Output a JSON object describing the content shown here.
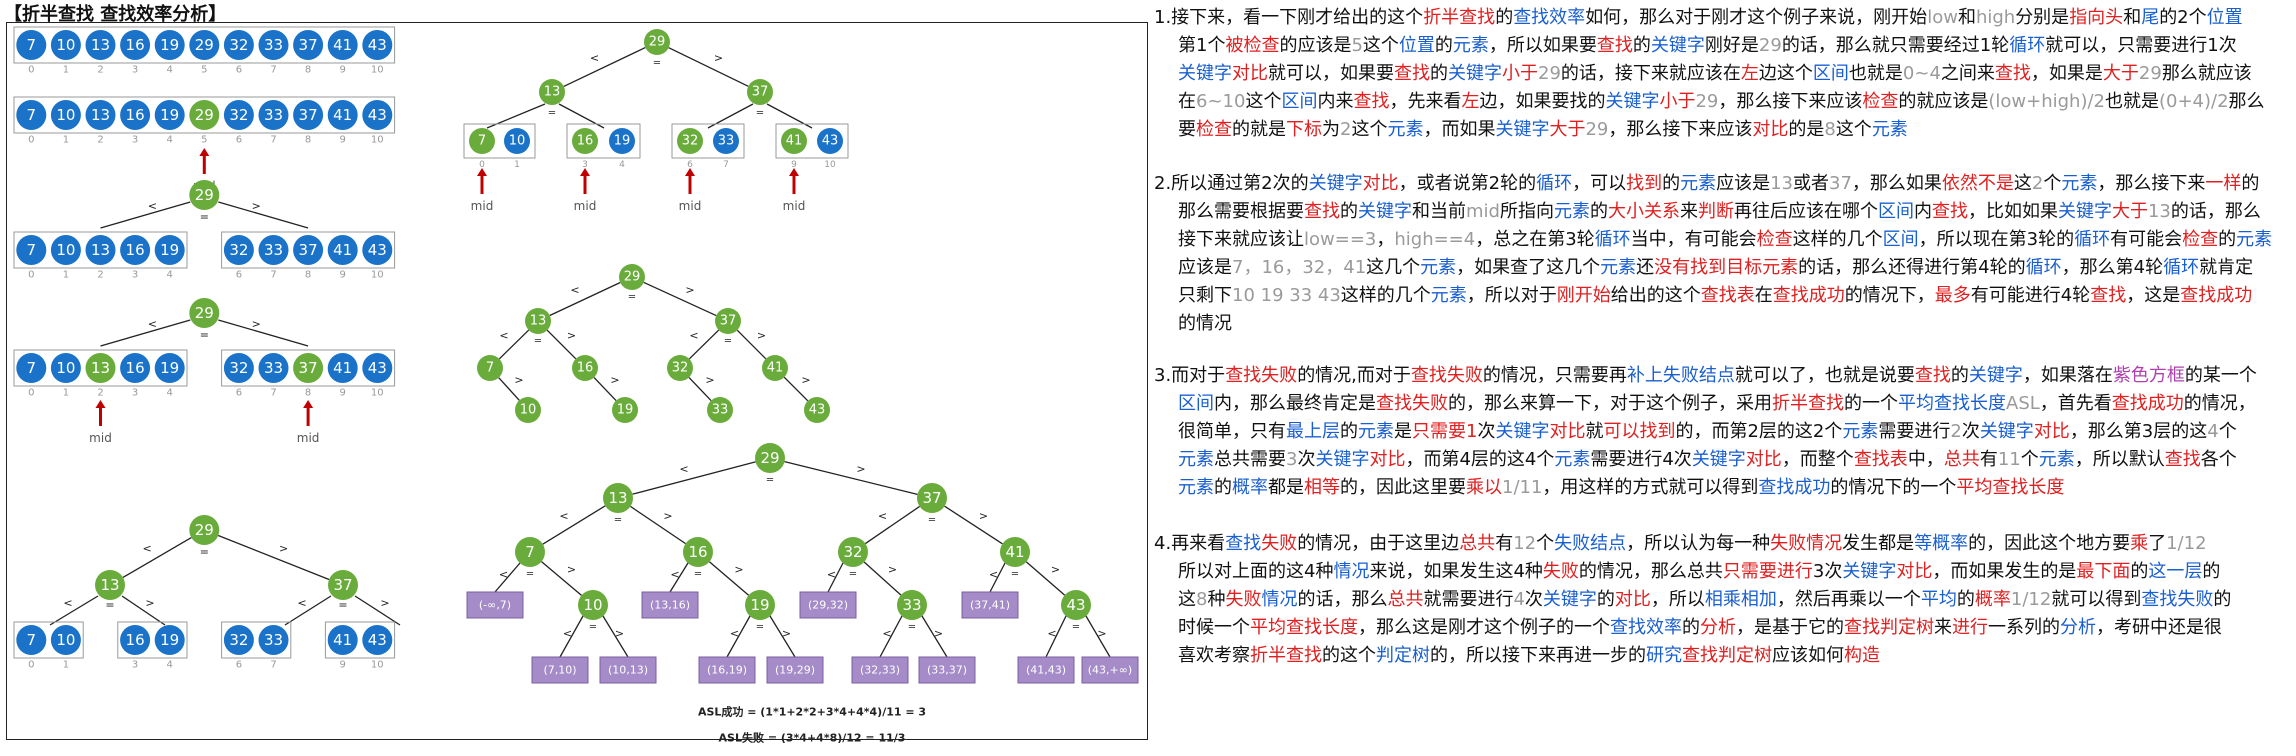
{
  "title": "【折半查找 查找效率分析】",
  "array_values": [
    "7",
    "10",
    "13",
    "16",
    "19",
    "29",
    "32",
    "33",
    "37",
    "41",
    "43"
  ],
  "array_indices": [
    "0",
    "1",
    "2",
    "3",
    "4",
    "5",
    "6",
    "7",
    "8",
    "9",
    "10"
  ],
  "mid_label": "mid",
  "lt": "<",
  "gt": ">",
  "eq": "=",
  "fail_intervals": [
    "(-∞,7)",
    "(7,10)",
    "(10,13)",
    "(13,16)",
    "(16,19)",
    "(19,29)",
    "(29,32)",
    "(32,33)",
    "(33,37)",
    "(37,41)",
    "(41,43)",
    "(43,+∞)"
  ],
  "asl_success": "ASL成功 = (1*1+2*2+3*4+4*4)/11 = 3",
  "asl_fail": "ASL失败 = (3*4+4*8)/12 = 11/3",
  "colors": {
    "blue": "#1a73c8",
    "green": "#6aac3c",
    "purple": "#a58bc7",
    "red": "#c00000"
  },
  "paragraphs": [
    [
      [
        "1.接下来，看一下刚才给出的这个",
        ""
      ],
      [
        "折半查找",
        "r"
      ],
      [
        "的",
        ""
      ],
      [
        "查找效率",
        "b"
      ],
      [
        "如何，那么对于刚才这个例子来说，刚开始",
        ""
      ],
      [
        "low",
        "g"
      ],
      [
        "和",
        ""
      ],
      [
        "high",
        "g"
      ],
      [
        "分别是",
        ""
      ],
      [
        "指向头",
        "r"
      ],
      [
        "和",
        ""
      ],
      [
        "尾",
        "b"
      ],
      [
        "的2个",
        ""
      ],
      [
        "位置",
        "b"
      ],
      [
        "\n第1个",
        ""
      ],
      [
        "被检查",
        "r"
      ],
      [
        "的应该是",
        ""
      ],
      [
        "5",
        "g"
      ],
      [
        "这个",
        ""
      ],
      [
        "位置",
        "b"
      ],
      [
        "的",
        ""
      ],
      [
        "元素",
        "b"
      ],
      [
        "，所以如果要",
        ""
      ],
      [
        "查找",
        "r"
      ],
      [
        "的",
        ""
      ],
      [
        "关键字",
        "b"
      ],
      [
        "刚好是",
        ""
      ],
      [
        "29",
        "g"
      ],
      [
        "的话，那么就只需要经过1轮",
        ""
      ],
      [
        "循环",
        "b"
      ],
      [
        "就可以，只需要进行1次",
        ""
      ],
      [
        "\n",
        ""
      ],
      [
        "关键字",
        "b"
      ],
      [
        "对比",
        "r"
      ],
      [
        "就可以，如果要",
        ""
      ],
      [
        "查找",
        "r"
      ],
      [
        "的",
        ""
      ],
      [
        "关键字",
        "b"
      ],
      [
        "小于",
        "r"
      ],
      [
        "29",
        "g"
      ],
      [
        "的话，接下来就应该在",
        ""
      ],
      [
        "左",
        "r"
      ],
      [
        "边这个",
        ""
      ],
      [
        "区间",
        "b"
      ],
      [
        "也就是",
        ""
      ],
      [
        "0~4",
        "g"
      ],
      [
        "之间来",
        ""
      ],
      [
        "查找",
        "r"
      ],
      [
        "，如果是",
        ""
      ],
      [
        "大于",
        "r"
      ],
      [
        "29",
        "g"
      ],
      [
        "那么就应该",
        ""
      ],
      [
        "\n在",
        ""
      ],
      [
        "6~10",
        "g"
      ],
      [
        "这个",
        ""
      ],
      [
        "区间",
        "b"
      ],
      [
        "内来",
        ""
      ],
      [
        "查找",
        "r"
      ],
      [
        "，先来看",
        ""
      ],
      [
        "左",
        "r"
      ],
      [
        "边，如果要找的",
        ""
      ],
      [
        "关键字",
        "b"
      ],
      [
        "小于",
        "r"
      ],
      [
        "29",
        "g"
      ],
      [
        "，那么接下来应该",
        ""
      ],
      [
        "检查",
        "r"
      ],
      [
        "的就应该是",
        ""
      ],
      [
        "(low+high)/2",
        "g"
      ],
      [
        "也就是",
        ""
      ],
      [
        "(0+4)/2",
        "g"
      ],
      [
        "那么",
        ""
      ],
      [
        "\n要",
        ""
      ],
      [
        "检查",
        "r"
      ],
      [
        "的就是",
        ""
      ],
      [
        "下标",
        "r"
      ],
      [
        "为",
        ""
      ],
      [
        "2",
        "g"
      ],
      [
        "这个",
        ""
      ],
      [
        "元素",
        "b"
      ],
      [
        "，而如果",
        ""
      ],
      [
        "关键字",
        "b"
      ],
      [
        "大于",
        "r"
      ],
      [
        "29",
        "g"
      ],
      [
        "，那么接下来应该",
        ""
      ],
      [
        "对比",
        "r"
      ],
      [
        "的是",
        ""
      ],
      [
        "8",
        "g"
      ],
      [
        "这个",
        ""
      ],
      [
        "元素",
        "b"
      ]
    ],
    [
      [
        "2.所以通过第2次的",
        ""
      ],
      [
        "关键字",
        "b"
      ],
      [
        "对比",
        "r"
      ],
      [
        "，或者说第2轮的",
        ""
      ],
      [
        "循环",
        "b"
      ],
      [
        "，可以",
        ""
      ],
      [
        "找到",
        "r"
      ],
      [
        "的",
        ""
      ],
      [
        "元素",
        "b"
      ],
      [
        "应该是",
        ""
      ],
      [
        "13",
        "g"
      ],
      [
        "或者",
        ""
      ],
      [
        "37",
        "g"
      ],
      [
        "，那么如果",
        ""
      ],
      [
        "依然不是",
        "r"
      ],
      [
        "这",
        ""
      ],
      [
        "2",
        "g"
      ],
      [
        "个",
        ""
      ],
      [
        "元素",
        "b"
      ],
      [
        "，那么接下来",
        ""
      ],
      [
        "一样",
        "r"
      ],
      [
        "的",
        ""
      ],
      [
        "\n那么需要根据要",
        ""
      ],
      [
        "查找",
        "r"
      ],
      [
        "的",
        ""
      ],
      [
        "关键字",
        "b"
      ],
      [
        "和当前",
        ""
      ],
      [
        "mid",
        "g"
      ],
      [
        "所指向",
        ""
      ],
      [
        "元素",
        "b"
      ],
      [
        "的",
        ""
      ],
      [
        "大小关系",
        "r"
      ],
      [
        "来",
        ""
      ],
      [
        "判断",
        "r"
      ],
      [
        "再往后应该在哪个",
        ""
      ],
      [
        "区间",
        "b"
      ],
      [
        "内",
        ""
      ],
      [
        "查找",
        "r"
      ],
      [
        "，比如如果",
        ""
      ],
      [
        "关键字",
        "b"
      ],
      [
        "大于",
        "r"
      ],
      [
        "13",
        "g"
      ],
      [
        "的话，那么",
        ""
      ],
      [
        "\n接下来就应该让",
        ""
      ],
      [
        "low==3",
        "g"
      ],
      [
        "，",
        ""
      ],
      [
        "high==4",
        "g"
      ],
      [
        "，总之在第3轮",
        ""
      ],
      [
        "循环",
        "b"
      ],
      [
        "当中，有可能会",
        ""
      ],
      [
        "检查",
        "r"
      ],
      [
        "这样的几个",
        ""
      ],
      [
        "区间",
        "b"
      ],
      [
        "，所以现在第3轮的",
        ""
      ],
      [
        "循环",
        "b"
      ],
      [
        "有可能会",
        ""
      ],
      [
        "检查",
        "r"
      ],
      [
        "的",
        ""
      ],
      [
        "元素",
        "b"
      ],
      [
        "\n应该是",
        ""
      ],
      [
        "7，16，32，41",
        "g"
      ],
      [
        "这几个",
        ""
      ],
      [
        "元素",
        "b"
      ],
      [
        "，如果查了这几个",
        ""
      ],
      [
        "元素",
        "b"
      ],
      [
        "还",
        ""
      ],
      [
        "没有找到目标元素",
        "r"
      ],
      [
        "的话，那么还得进行第4轮的",
        ""
      ],
      [
        "循环",
        "b"
      ],
      [
        "，那么第4轮",
        ""
      ],
      [
        "循环",
        "b"
      ],
      [
        "就肯定",
        ""
      ],
      [
        "\n只剩下",
        ""
      ],
      [
        "10 19 33 43",
        "g"
      ],
      [
        "这样的几个",
        ""
      ],
      [
        "元素",
        "b"
      ],
      [
        "，所以对于",
        ""
      ],
      [
        "刚开始",
        "r"
      ],
      [
        "给出的这个",
        ""
      ],
      [
        "查找表",
        "r"
      ],
      [
        "在",
        ""
      ],
      [
        "查找成功",
        "r"
      ],
      [
        "的情况下，",
        ""
      ],
      [
        "最多",
        "r"
      ],
      [
        "有可能进行4轮",
        ""
      ],
      [
        "查找",
        "r"
      ],
      [
        "，这是",
        ""
      ],
      [
        "查找成功",
        "r"
      ],
      [
        "\n的情况",
        ""
      ]
    ],
    [
      [
        "3.而对于",
        ""
      ],
      [
        "查找失败",
        "r"
      ],
      [
        "的情况,而对于",
        ""
      ],
      [
        "查找失败",
        "r"
      ],
      [
        "的情况，只需要再",
        ""
      ],
      [
        "补上失败结点",
        "b"
      ],
      [
        "就可以了，也就是说要",
        ""
      ],
      [
        "查找",
        "r"
      ],
      [
        "的",
        ""
      ],
      [
        "关键字",
        "b"
      ],
      [
        "，如果落在",
        ""
      ],
      [
        "紫色方框",
        "p"
      ],
      [
        "的某一个",
        ""
      ],
      [
        "\n",
        ""
      ],
      [
        "区间",
        "b"
      ],
      [
        "内，那么最终肯定是",
        ""
      ],
      [
        "查找失败",
        "r"
      ],
      [
        "的，那么来算一下，对于这个例子，采用",
        ""
      ],
      [
        "折半查找",
        "r"
      ],
      [
        "的一个",
        ""
      ],
      [
        "平均查找长度",
        "b"
      ],
      [
        "ASL",
        "g"
      ],
      [
        "，首先看",
        ""
      ],
      [
        "查找成功",
        "r"
      ],
      [
        "的情况，",
        ""
      ],
      [
        "\n很简单，只有",
        ""
      ],
      [
        "最上层",
        "b"
      ],
      [
        "的",
        ""
      ],
      [
        "元素",
        "b"
      ],
      [
        "是",
        ""
      ],
      [
        "只需要1",
        "r"
      ],
      [
        "次",
        ""
      ],
      [
        "关键字",
        "b"
      ],
      [
        "对比",
        "r"
      ],
      [
        "就",
        ""
      ],
      [
        "可以找到",
        "r"
      ],
      [
        "的，而第2层的这2个",
        ""
      ],
      [
        "元素",
        "b"
      ],
      [
        "需要进行",
        ""
      ],
      [
        "2",
        "g"
      ],
      [
        "次",
        ""
      ],
      [
        "关键字",
        "b"
      ],
      [
        "对比",
        "r"
      ],
      [
        "，那么第3层的这",
        ""
      ],
      [
        "4",
        "g"
      ],
      [
        "个",
        ""
      ],
      [
        "\n",
        ""
      ],
      [
        "元素",
        "b"
      ],
      [
        "总共需要",
        ""
      ],
      [
        "3",
        "g"
      ],
      [
        "次",
        ""
      ],
      [
        "关键字",
        "b"
      ],
      [
        "对比",
        "r"
      ],
      [
        "，而第4层的这4个",
        ""
      ],
      [
        "元素",
        "b"
      ],
      [
        "需要进行4次",
        ""
      ],
      [
        "关键字",
        "b"
      ],
      [
        "对比",
        "r"
      ],
      [
        "，而整个",
        ""
      ],
      [
        "查找表",
        "r"
      ],
      [
        "中，",
        ""
      ],
      [
        "总共",
        "r"
      ],
      [
        "有",
        ""
      ],
      [
        "11",
        "g"
      ],
      [
        "个",
        ""
      ],
      [
        "元素",
        "b"
      ],
      [
        "，所以默认",
        ""
      ],
      [
        "查找",
        "r"
      ],
      [
        "各个",
        ""
      ],
      [
        "\n",
        ""
      ],
      [
        "元素",
        "b"
      ],
      [
        "的",
        ""
      ],
      [
        "概率",
        "b"
      ],
      [
        "都是",
        ""
      ],
      [
        "相等",
        "r"
      ],
      [
        "的，因此这里要",
        ""
      ],
      [
        "乘以",
        "r"
      ],
      [
        "1/11",
        "g"
      ],
      [
        "，用这样的方式就可以得到",
        ""
      ],
      [
        "查找成功",
        "b"
      ],
      [
        "的情况下的一个",
        ""
      ],
      [
        "平均查找长度",
        "r"
      ]
    ],
    [
      [
        "4.再来看",
        ""
      ],
      [
        "查找",
        "b"
      ],
      [
        "失败",
        "r"
      ],
      [
        "的情况，由于这里边",
        ""
      ],
      [
        "总共",
        "r"
      ],
      [
        "有",
        ""
      ],
      [
        "12",
        "g"
      ],
      [
        "个",
        ""
      ],
      [
        "失败结点",
        "b"
      ],
      [
        "，所以认为每一种",
        ""
      ],
      [
        "失败情况",
        "r"
      ],
      [
        "发生都是",
        ""
      ],
      [
        "等概率",
        "b"
      ],
      [
        "的，因此这个地方要",
        ""
      ],
      [
        "乘",
        "r"
      ],
      [
        "了",
        ""
      ],
      [
        "1/12",
        "g"
      ],
      [
        "\n所以对上面的这4种",
        ""
      ],
      [
        "情况",
        "b"
      ],
      [
        "来说，如果发生这4种",
        ""
      ],
      [
        "失败",
        "r"
      ],
      [
        "的情况，那么总共",
        ""
      ],
      [
        "只需要进行",
        "r"
      ],
      [
        "3次",
        ""
      ],
      [
        "关键字",
        "b"
      ],
      [
        "对比",
        "r"
      ],
      [
        "，而如果发生的是",
        ""
      ],
      [
        "最下面",
        "r"
      ],
      [
        "的",
        ""
      ],
      [
        "这一层",
        "b"
      ],
      [
        "的",
        ""
      ],
      [
        "\n这",
        ""
      ],
      [
        "8",
        "g"
      ],
      [
        "种",
        ""
      ],
      [
        "失败",
        "r"
      ],
      [
        "情况",
        "b"
      ],
      [
        "的话，那么",
        ""
      ],
      [
        "总共",
        "r"
      ],
      [
        "就需要进行",
        ""
      ],
      [
        "4",
        "g"
      ],
      [
        "次",
        ""
      ],
      [
        "关键字",
        "b"
      ],
      [
        "的",
        ""
      ],
      [
        "对比",
        "r"
      ],
      [
        "，所以",
        ""
      ],
      [
        "相乘相加",
        "b"
      ],
      [
        "，然后再乘以一个",
        ""
      ],
      [
        "平均",
        "b"
      ],
      [
        "的",
        ""
      ],
      [
        "概率",
        "r"
      ],
      [
        "1/12",
        "g"
      ],
      [
        "就可以得到",
        ""
      ],
      [
        "查找失败",
        "b"
      ],
      [
        "的",
        ""
      ],
      [
        "\n时候一个",
        ""
      ],
      [
        "平均查找长度",
        "r"
      ],
      [
        "，那么这是刚才这个例子的一个",
        ""
      ],
      [
        "查找效率",
        "b"
      ],
      [
        "的",
        ""
      ],
      [
        "分析",
        "r"
      ],
      [
        "，是基于它的",
        ""
      ],
      [
        "查找判定树",
        "r"
      ],
      [
        "来",
        ""
      ],
      [
        "进行",
        "r"
      ],
      [
        "一系列的",
        ""
      ],
      [
        "分析",
        "b"
      ],
      [
        "，考研中还是很",
        ""
      ],
      [
        "\n喜欢考察",
        ""
      ],
      [
        "折半查找",
        "r"
      ],
      [
        "的这个",
        ""
      ],
      [
        "判定树",
        "b"
      ],
      [
        "的，所以接下来再进一步的",
        ""
      ],
      [
        "研究",
        "b"
      ],
      [
        "查找判定树",
        "r"
      ],
      [
        "应该如何",
        ""
      ],
      [
        "构造",
        "r"
      ]
    ]
  ]
}
